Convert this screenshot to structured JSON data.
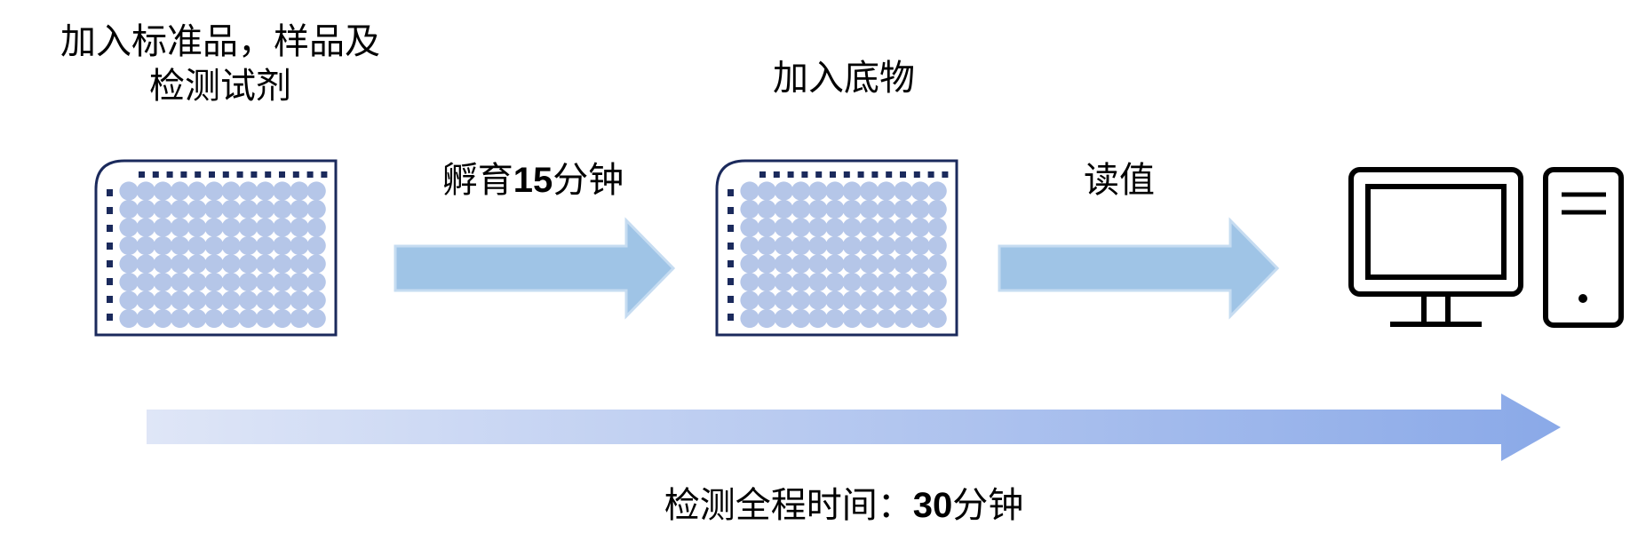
{
  "steps": [
    {
      "line1": "加入标准品，样品及",
      "line2": "检测试剂"
    },
    {
      "label": "加入底物"
    }
  ],
  "transitions": [
    {
      "prefix": "孵育",
      "number": "15",
      "suffix": "分钟"
    },
    {
      "label": "读值"
    }
  ],
  "total": {
    "prefix": "检测全程时间：",
    "number": "30",
    "suffix": "分钟"
  },
  "colors": {
    "plate_border": "#1b2a5c",
    "well": "#b5c6e8",
    "step_arrow": "#9fc4e6",
    "timeline_start": "#dfe6f7",
    "timeline_end": "#8aa9e8"
  },
  "icons": [
    "well-plate-icon",
    "well-plate-icon",
    "monitor-icon",
    "computer-tower-icon"
  ]
}
